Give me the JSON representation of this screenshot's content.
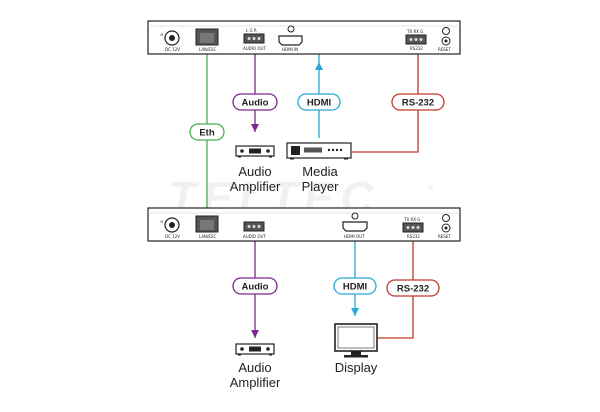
{
  "watermark": {
    "text": "TELTEC",
    "registered": "®"
  },
  "transmitter": {
    "dc_label": "DC 12V",
    "lan_label": "LAN/ESC",
    "audio_label": "AUDIO OUT",
    "audio_pins": "L  G  R",
    "hdmi_label": "HDMI IN",
    "rs232_label": "RS232",
    "rs232_pins": "TX RX G",
    "reset_label": "RESET"
  },
  "receiver": {
    "dc_label": "DC 12V",
    "lan_label": "LAN/ESC",
    "audio_label": "AUDIO OUT",
    "hdmi_label": "HDMI OUT",
    "rs232_label": "RS232",
    "rs232_pins": "TX RX G",
    "reset_label": "RESET"
  },
  "cables": {
    "eth": "Eth",
    "audio_top": "Audio",
    "hdmi_top": "HDMI",
    "rs232_top": "RS-232",
    "audio_bottom": "Audio",
    "hdmi_bottom": "HDMI",
    "rs232_bottom": "RS-232"
  },
  "devices": {
    "amp_top_line1": "Audio",
    "amp_top_line2": "Amplifier",
    "player_line1": "Media",
    "player_line2": "Player",
    "amp_bottom_line1": "Audio",
    "amp_bottom_line2": "Amplifier",
    "display": "Display"
  },
  "colors": {
    "eth": "#4caf50",
    "audio": "#7b2a8c",
    "hdmi": "#2aa8d8",
    "rs232": "#c0392b",
    "panel_stroke": "#222222"
  }
}
